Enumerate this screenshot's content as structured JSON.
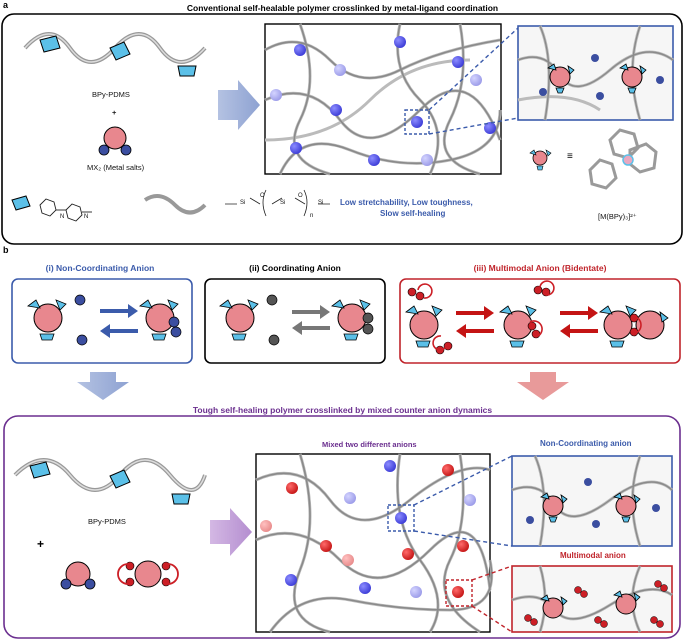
{
  "panel_a": {
    "letter": "a",
    "title": "Conventional self-healable polymer crosslinked by metal-ligand coordination",
    "bpy_label": "BPy-PDMS",
    "plus": "+",
    "salt_label": "MX₂ (Metal salts)",
    "properties_line1": "Low stretchability, Low toughness,",
    "properties_line2": "Slow self-healing",
    "complex_label": "[M(BPy)₃]²⁺",
    "equiv": "≡",
    "n_label": "n",
    "si_label": "Si",
    "o_label": "O",
    "pyridine_n": "N"
  },
  "panel_b": {
    "letter": "b",
    "anion_i": "(i) Non-Coordinating Anion",
    "anion_ii": "(ii) Coordinating Anion",
    "anion_iii": "(iii) Multimodal Anion (Bidentate)",
    "bottom_title": "Tough self-healing polymer crosslinked by mixed counter anion dynamics",
    "mixed_label": "Mixed two different anions",
    "bpy_label": "BPy-PDMS",
    "plus": "+",
    "inset_noncoord": "Non-Coordinating anion",
    "inset_multimodal": "Multimodal anion"
  },
  "colors": {
    "blue_frame": "#3b5bab",
    "red_frame": "#c0242b",
    "purple_frame": "#6b2f8f",
    "metal": "#e8878e",
    "ligand": "#5bc0e8",
    "blue_anion": "#3b4ea0",
    "red_anion": "#cc1f26",
    "network_node": "#5a5ae8",
    "arrow_fill": "#9fb0d8"
  }
}
